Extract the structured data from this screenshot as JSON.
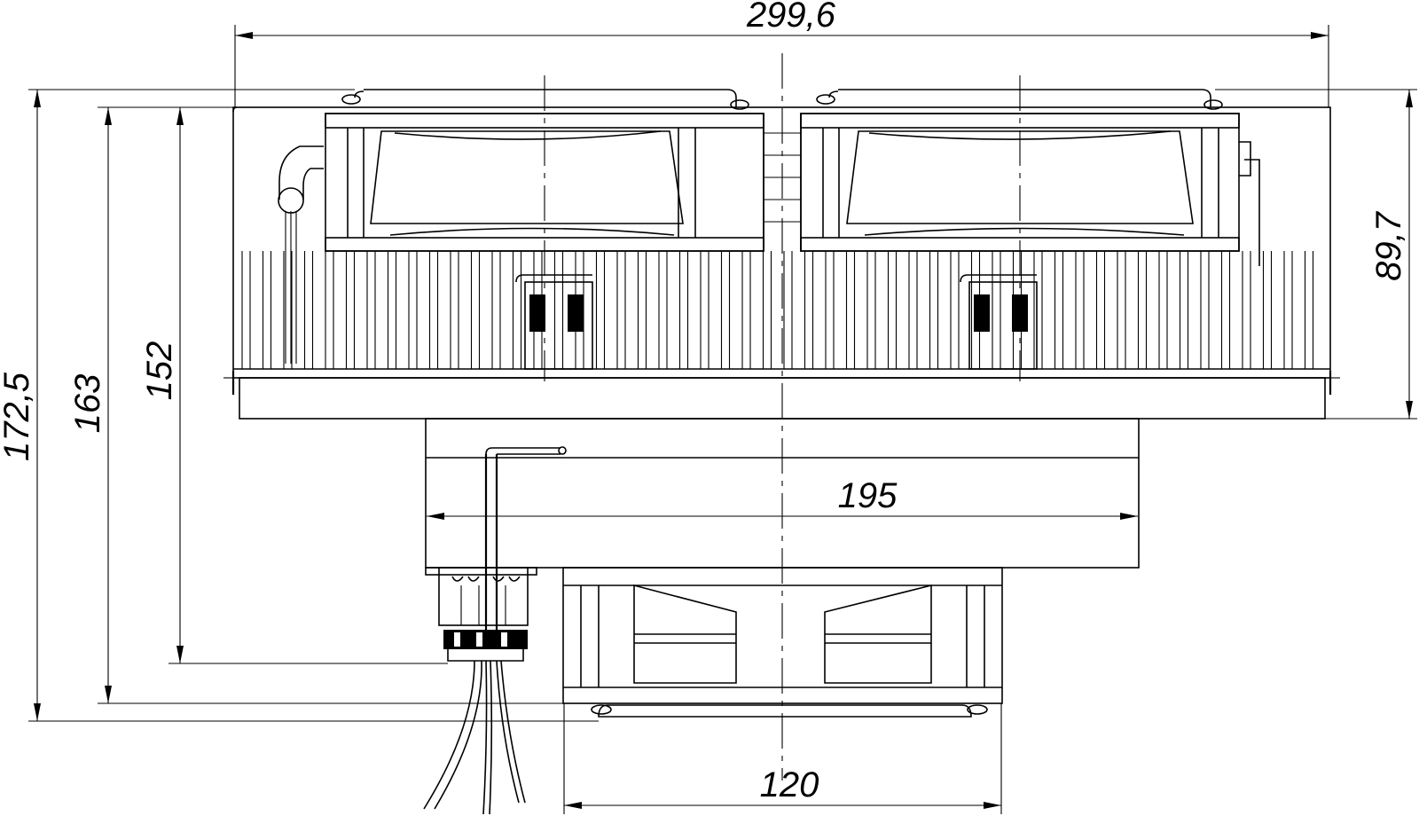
{
  "dimensions": {
    "overall_width": "299,6",
    "overall_height": "172,5",
    "height_163": "163",
    "height_152": "152",
    "upper_height": "89,7",
    "middle_width": "195",
    "bottom_fan_width": "120"
  },
  "colors": {
    "line": "#000000",
    "background": "#ffffff"
  }
}
